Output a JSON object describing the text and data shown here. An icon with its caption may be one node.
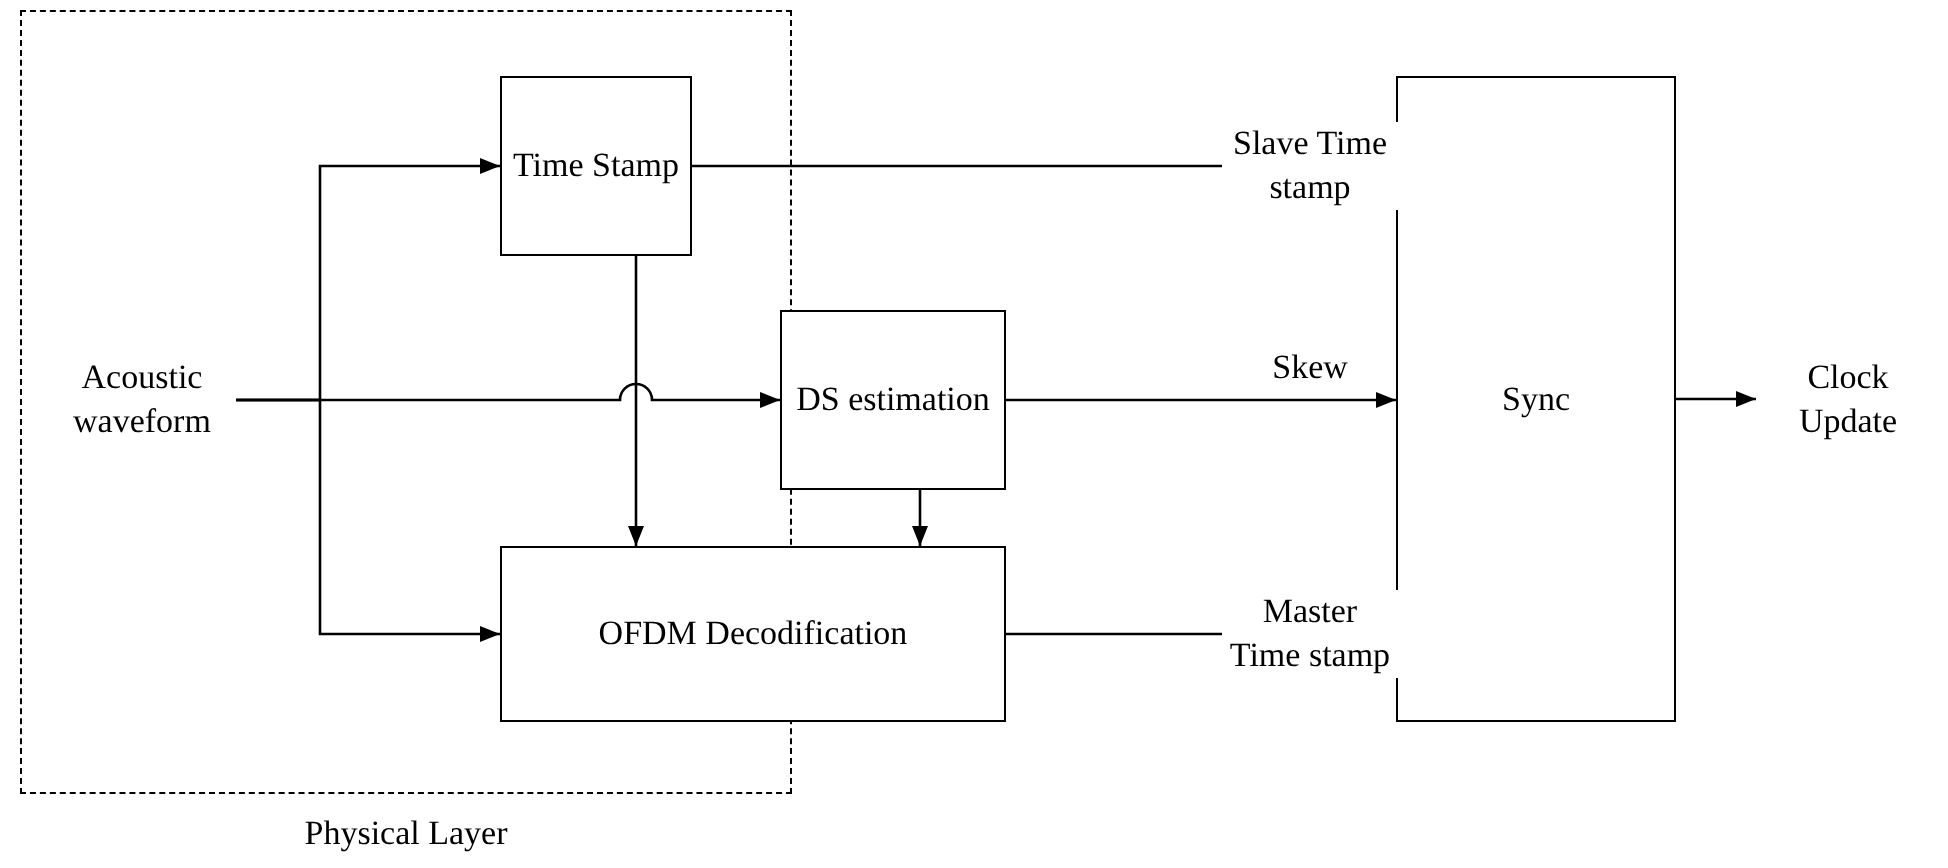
{
  "diagram": {
    "nodes": [
      {
        "text": [
          "Physical Layer"
        ]
      },
      {
        "text": [
          "Acoustic waveform"
        ],
        "in": 0
      },
      {
        "text": [
          "Time Stamp"
        ],
        "in": 0
      },
      {
        "text": [
          "DS estimation"
        ]
      },
      {
        "text": [
          "OFDM Decodification"
        ]
      },
      {
        "text": [
          "Sync"
        ]
      },
      {
        "text": [
          "Clock Update"
        ]
      }
    ],
    "edges": [
      {
        "from": 1,
        "to": 2,
        "arrow": "to"
      },
      {
        "from": 1,
        "to": 3,
        "arrow": "to"
      },
      {
        "from": 1,
        "to": 4,
        "arrow": "to"
      },
      {
        "from": 2,
        "to": 5,
        "arrow": "to",
        "label": "Slave Time stamp"
      },
      {
        "from": 2,
        "to": 4,
        "arrow": "to"
      },
      {
        "from": 3,
        "to": 4,
        "arrow": "to"
      },
      {
        "from": 3,
        "to": 5,
        "arrow": "to",
        "label": "Skew"
      },
      {
        "from": 4,
        "to": 5,
        "arrow": "to",
        "label": "Master Time stamp"
      },
      {
        "from": 5,
        "to": 6,
        "arrow": "to"
      }
    ]
  }
}
